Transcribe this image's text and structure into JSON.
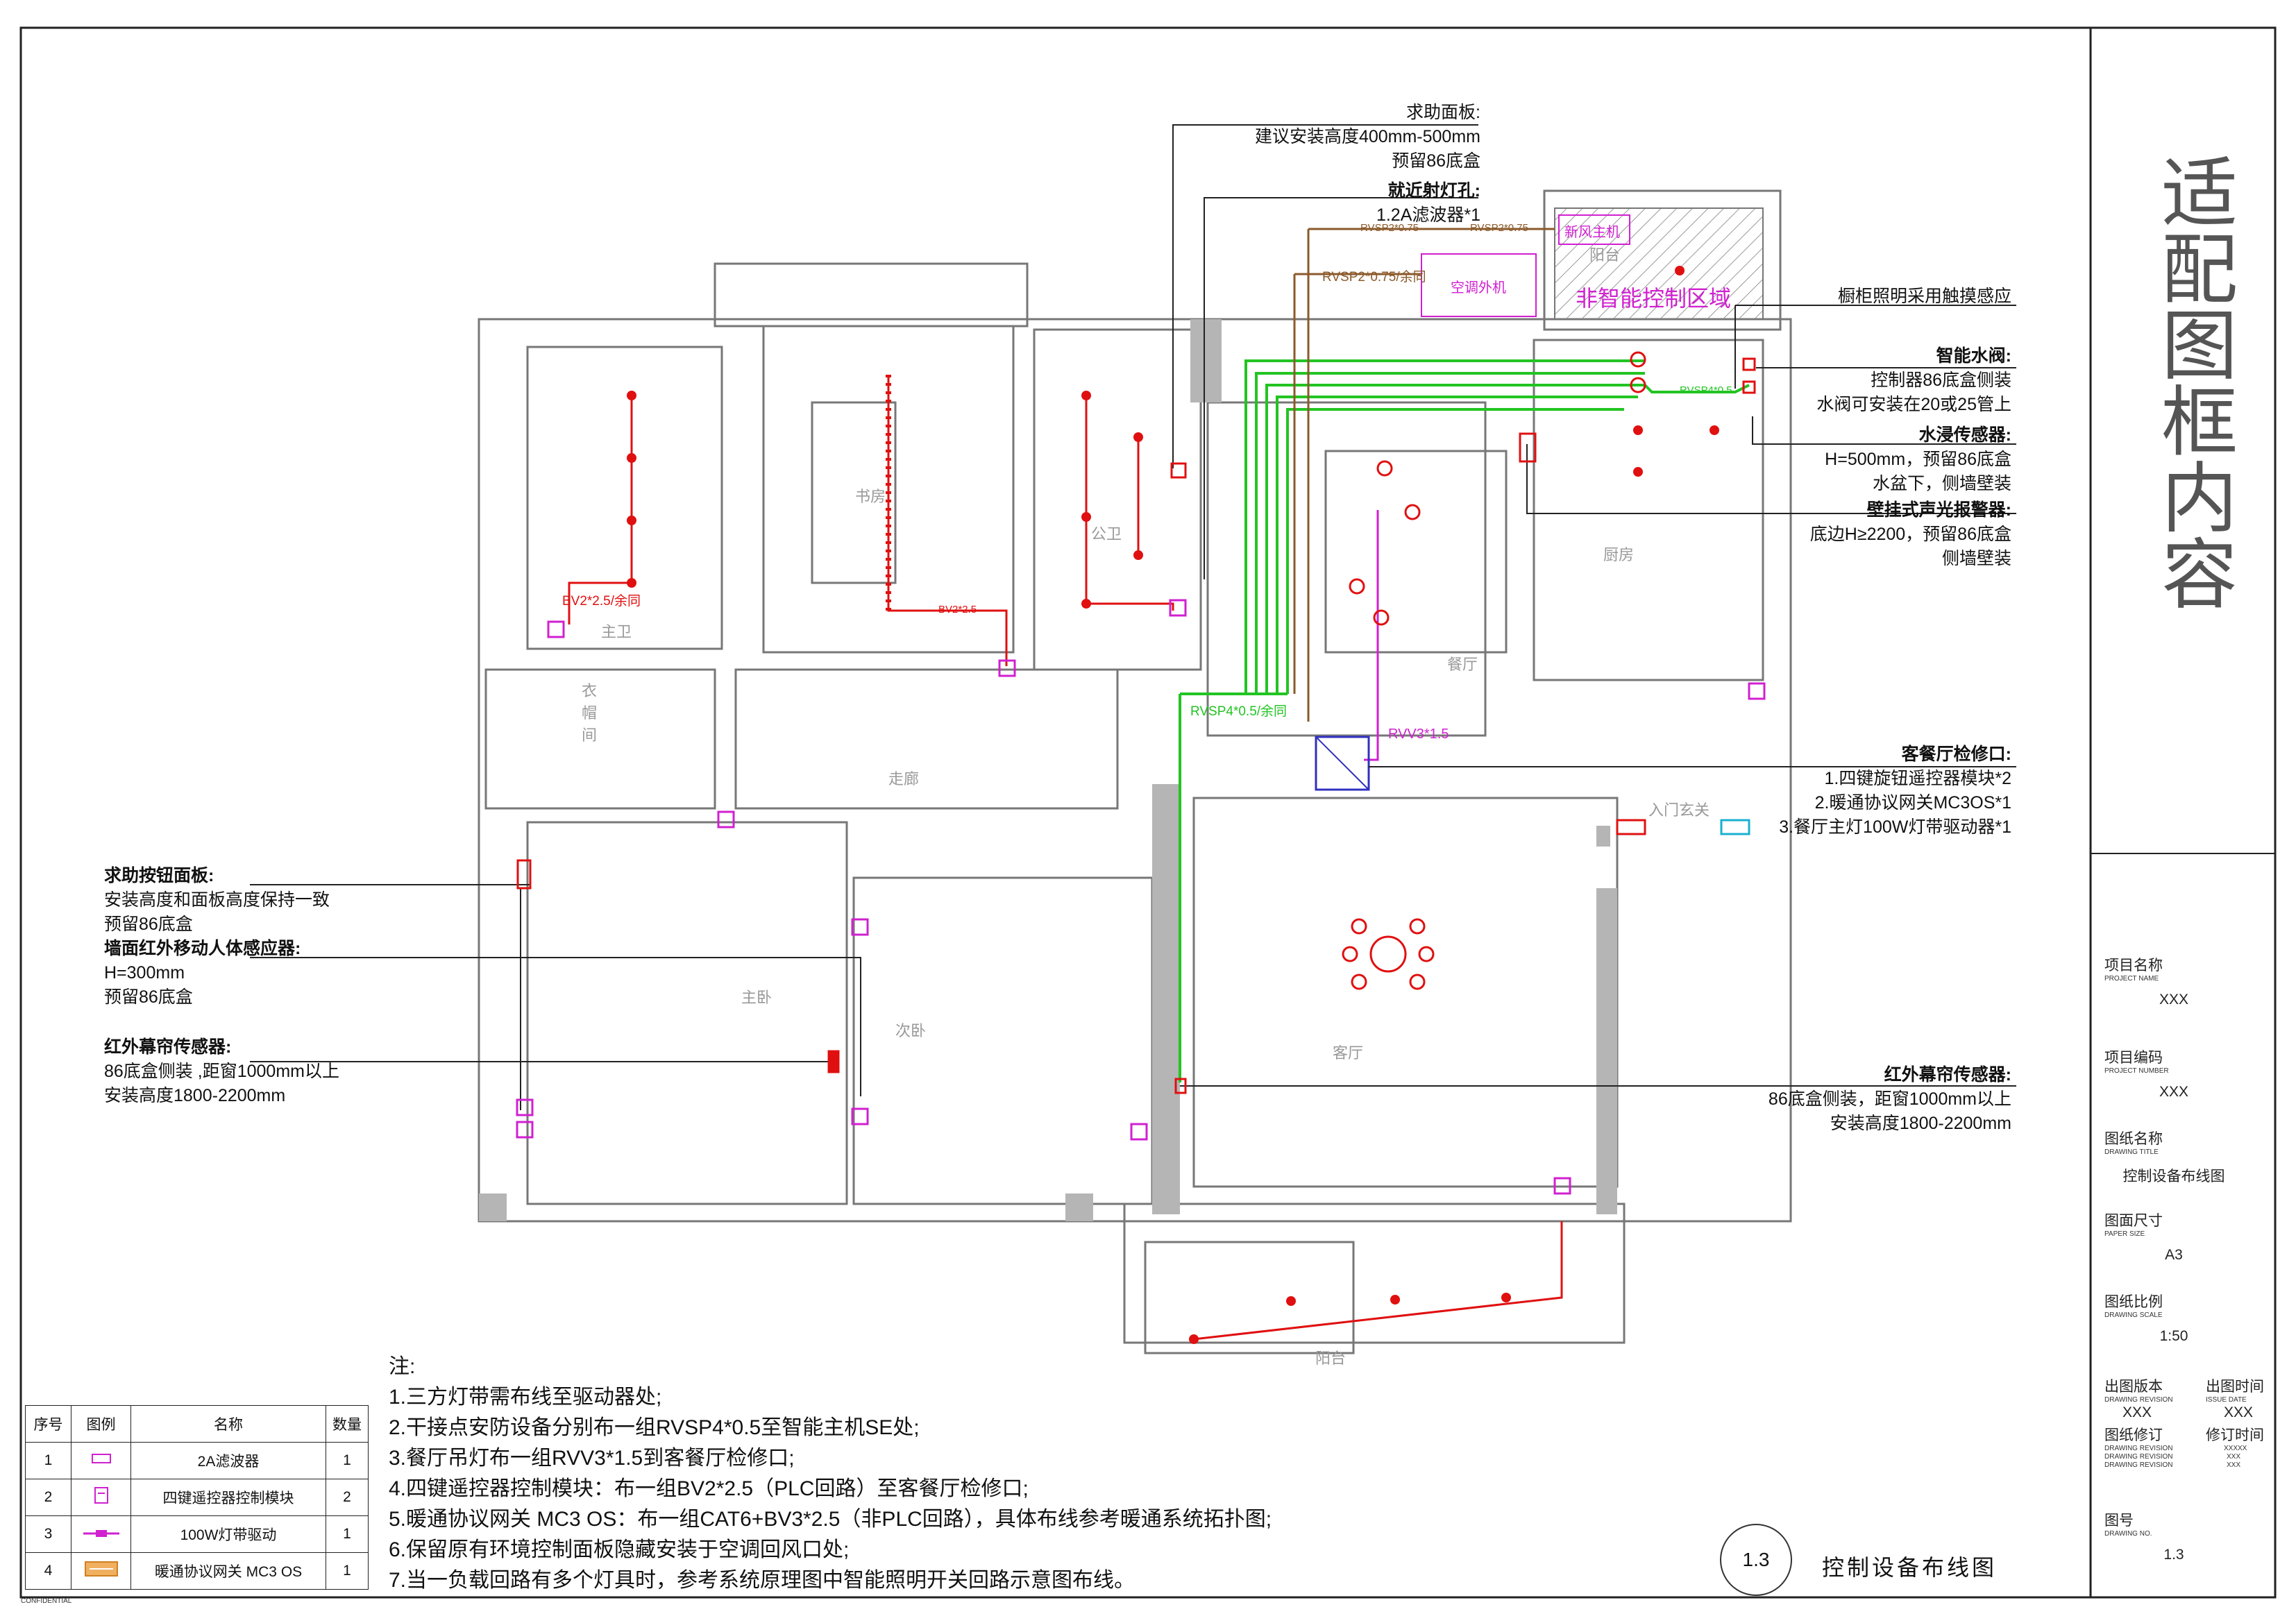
{
  "frame_side_text": "适配图框内容",
  "annotations": {
    "help_panel_top": {
      "title": "求助面板:",
      "lines": [
        "建议安装高度400mm-500mm",
        "预留86底盒"
      ]
    },
    "near_light": {
      "title": "就近射灯孔:",
      "lines": [
        "1.2A滤波器*1"
      ]
    },
    "cabinet_light": {
      "title": "",
      "lines": [
        "橱柜照明采用触摸感应"
      ]
    },
    "water_valve": {
      "title": "智能水阀:",
      "lines": [
        "控制器86底盒侧装",
        "水阀可安装在20或25管上"
      ]
    },
    "water_sensor": {
      "title": "水浸传感器:",
      "lines": [
        "H=500mm，预留86底盒",
        "水盆下，侧墙壁装"
      ]
    },
    "alarm": {
      "title": "壁挂式声光报警器:",
      "lines": [
        "底边H≥2200，预留86底盒",
        "侧墙壁装"
      ]
    },
    "inspection": {
      "title": "客餐厅检修口:",
      "lines": [
        "1.四键旋钮遥控器模块*2",
        "2.暖通协议网关MC3OS*1",
        "3.餐厅主灯100W灯带驱动器*1"
      ]
    },
    "curtain_right": {
      "title": "红外幕帘传感器:",
      "lines": [
        "86底盒侧装，距窗1000mm以上",
        "安装高度1800-2200mm"
      ]
    },
    "help_button": {
      "title": "求助按钮面板:",
      "lines": [
        "安装高度和面板高度保持一致",
        "预留86底盒"
      ]
    },
    "pir": {
      "title": "墙面红外移动人体感应器:",
      "lines": [
        "H=300mm",
        "预留86底盒"
      ]
    },
    "curtain_left": {
      "title": "红外幕帘传感器:",
      "lines": [
        "86底盒侧装 ,距窗1000mm以上",
        "安装高度1800-2200mm"
      ]
    }
  },
  "plan_labels": {
    "xinfeng": "新风主机",
    "kongtiao": "空调外机",
    "non_smart": "非智能控制区域",
    "balcony_top": "阳台",
    "kitchen": "厨房",
    "dining": "餐厅",
    "living": "客厅",
    "entrance": "入门玄关",
    "study": "书房",
    "public_bath": "公卫",
    "master_bath": "主卫",
    "wardrobe": "衣帽间",
    "corridor": "走廊",
    "master_bed": "主卧",
    "second_bed": "次卧",
    "balcony_bottom": "阳台"
  },
  "wire_labels": {
    "rvsp2_a": "RVSP2*0.75",
    "rvsp2_b": "RVSP2*0.75",
    "rvsp2_rest": "RVSP2*0.75/余同",
    "rvsp4": "RVSP4*0.5",
    "rvsp4_rest": "RVSP4*0.5/余同",
    "rvv3": "RVV3*1.5",
    "bv_rest": "BV2*2.5/余同",
    "bv": "BV2*2.5"
  },
  "notes": {
    "title": "注:",
    "items": [
      "1.三方灯带需布线至驱动器处;",
      "2.干接点安防设备分别布一组RVSP4*0.5至智能主机SE处;",
      "3.餐厅吊灯布一组RVV3*1.5到客餐厅检修口;",
      "4.四键遥控器控制模块：布一组BV2*2.5（PLC回路）至客餐厅检修口;",
      "5.暖通协议网关 MC3 OS：布一组CAT6+BV3*2.5（非PLC回路），具体布线参考暖通系统拓扑图;",
      "6.保留原有环境控制面板隐藏安装于空调回风口处;",
      "7.当一负载回路有多个灯具时，参考系统原理图中智能照明开关回路示意图布线。"
    ]
  },
  "legend": {
    "headers": [
      "序号",
      "图例",
      "名称",
      "数量"
    ],
    "rows": [
      {
        "no": "1",
        "name": "2A滤波器",
        "qty": "1"
      },
      {
        "no": "2",
        "name": "四键遥控器控制模块",
        "qty": "2"
      },
      {
        "no": "3",
        "name": "100W灯带驱动",
        "qty": "1"
      },
      {
        "no": "4",
        "name": "暖通协议网关 MC3 OS",
        "qty": "1"
      }
    ]
  },
  "drawing": {
    "number": "1.3",
    "title": "控制设备布线图"
  },
  "title_block": {
    "project_name": {
      "cn": "项目名称",
      "en": "PROJECT NAME",
      "value": "XXX"
    },
    "project_no": {
      "cn": "项目编码",
      "en": "PROJECT NUMBER",
      "value": "XXX"
    },
    "drawing_title": {
      "cn": "图纸名称",
      "en": "DRAWING TITLE",
      "value": "控制设备布线图"
    },
    "paper_size": {
      "cn": "图面尺寸",
      "en": "PAPER SIZE",
      "value": "A3"
    },
    "scale": {
      "cn": "图纸比例",
      "en": "DRAWING SCALE",
      "value": "1:50"
    },
    "revision": {
      "cn": "出图版本",
      "en": "DRAWING REVISION",
      "value": "XXX"
    },
    "issue_date": {
      "cn": "出图时间",
      "en": "ISSUE DATE",
      "value": "XXX"
    },
    "rev_edit": {
      "cn": "图纸修订",
      "en1": "DRAWING REVISION",
      "en2": "DRAWING REVISION",
      "en3": "DRAWING REVISION"
    },
    "rev_time": {
      "cn": "修订时间",
      "v1": "XXXXX",
      "v2": "XXX",
      "v3": "XXX"
    },
    "drawing_no": {
      "cn": "图号",
      "en": "DRAWING NO.",
      "value": "1.3"
    }
  },
  "confidential": "CONFIDENTIAL",
  "colors": {
    "wire_green": "#22c422",
    "wire_red": "#e01010",
    "wire_brown": "#8b5a2b",
    "magenta": "#d020d0",
    "wall": "#555555",
    "gray_fill": "#b5b5b5"
  }
}
